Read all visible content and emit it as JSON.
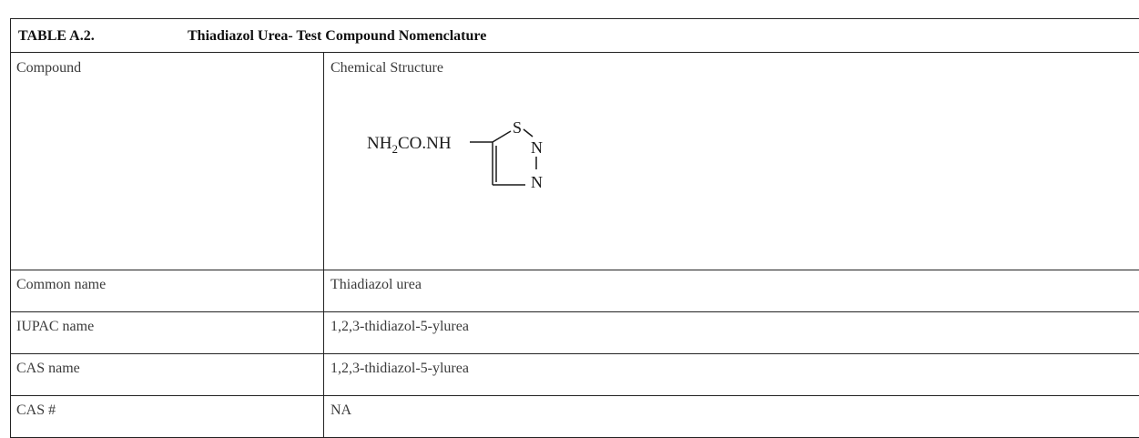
{
  "table": {
    "label": "TABLE A.2.",
    "title": "Thiadiazol Urea- Test Compound Nomenclature",
    "header": {
      "left": "Compound",
      "right": "Chemical Structure"
    },
    "structure": {
      "substituent_main": "NH",
      "substituent_sub": "2",
      "substituent_rest": "CO.NH",
      "atom_s": "S",
      "atom_n1": "N",
      "atom_n2": "N"
    },
    "rows": [
      {
        "label": "Common name",
        "value": "Thiadiazol urea"
      },
      {
        "label": "IUPAC name",
        "value": "1,2,3-thidiazol-5-ylurea"
      },
      {
        "label": "CAS name",
        "value": "1,2,3-thidiazol-5-ylurea"
      },
      {
        "label": "CAS #",
        "value": "NA"
      }
    ]
  }
}
